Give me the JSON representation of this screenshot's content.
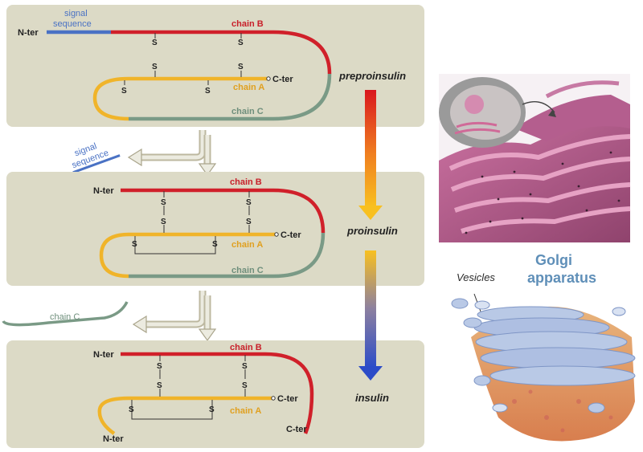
{
  "labels": {
    "n_ter": "N-ter",
    "c_ter": "C-ter",
    "chain_a": "chain A",
    "chain_b": "chain B",
    "chain_c": "chain C",
    "signal_sequence_line1": "signal",
    "signal_sequence_line2": "sequence",
    "sulfur": "S"
  },
  "stages": {
    "preproinsulin": "preproinsulin",
    "proinsulin": "proinsulin",
    "insulin": "insulin"
  },
  "organelles": {
    "vesicles": "Vesicles",
    "golgi_line1": "Golgi",
    "golgi_line2": "apparatus"
  },
  "colors": {
    "panel": "#dcdac6",
    "chain_a": "#f0b42a",
    "chain_b": "#d0202a",
    "chain_c": "#7a9a86",
    "signal": "#4a72c4",
    "er_membrane": "#b25687",
    "golgi_top": "#b9c9e6",
    "golgi_body": "#e6a46c"
  }
}
